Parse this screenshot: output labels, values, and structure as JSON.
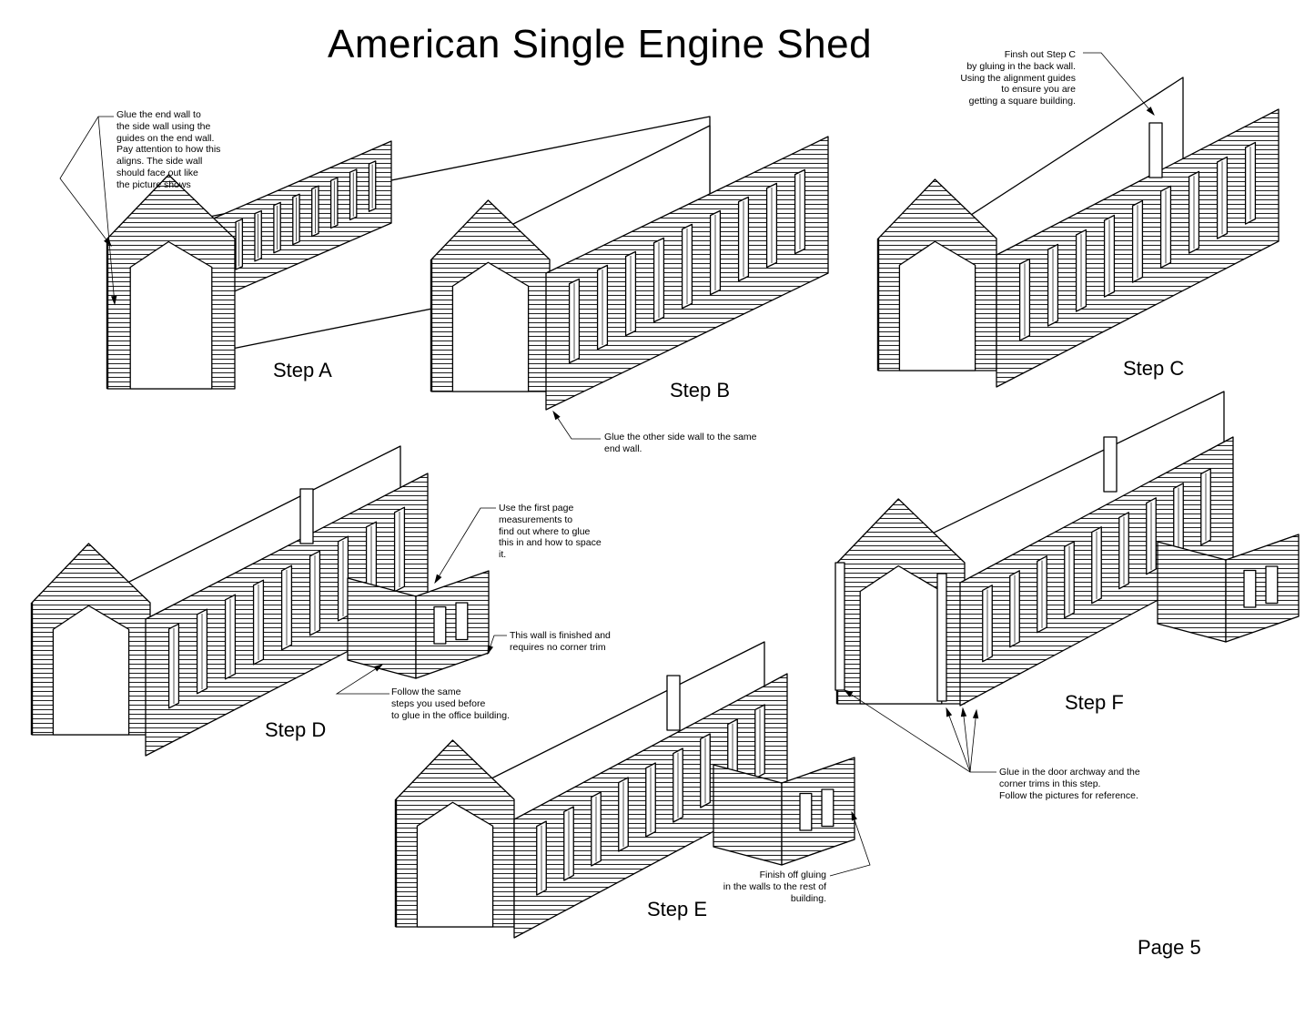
{
  "title": "American Single Engine Shed",
  "page_label": "Page 5",
  "steps": {
    "a": "Step A",
    "b": "Step B",
    "c": "Step C",
    "d": "Step D",
    "e": "Step E",
    "f": "Step F"
  },
  "notes": {
    "a": "Glue the end wall to\nthe side wall using the\nguides on the end wall.\nPay attention to how this\naligns.  The side wall\nshould face out like\nthe picture shows",
    "b": "Glue the other side wall to the same\nend wall.",
    "c": "Finsh out Step C\nby gluing in the back wall.\nUsing the alignment guides\nto ensure you are\ngetting a square building.",
    "d1": "Use the first page\nmeasurements to\nfind out where to glue\nthis in and how to space\nit.",
    "d2": "This wall is finished and\nrequires no corner trim",
    "d3": "Follow the same\nsteps you used before\nto glue in the office building.",
    "e": "Finish off gluing\nin the walls to the rest of\nbuilding.",
    "f": "Glue in the door archway and the\ncorner trims in this step.\nFollow the pictures for reference."
  }
}
